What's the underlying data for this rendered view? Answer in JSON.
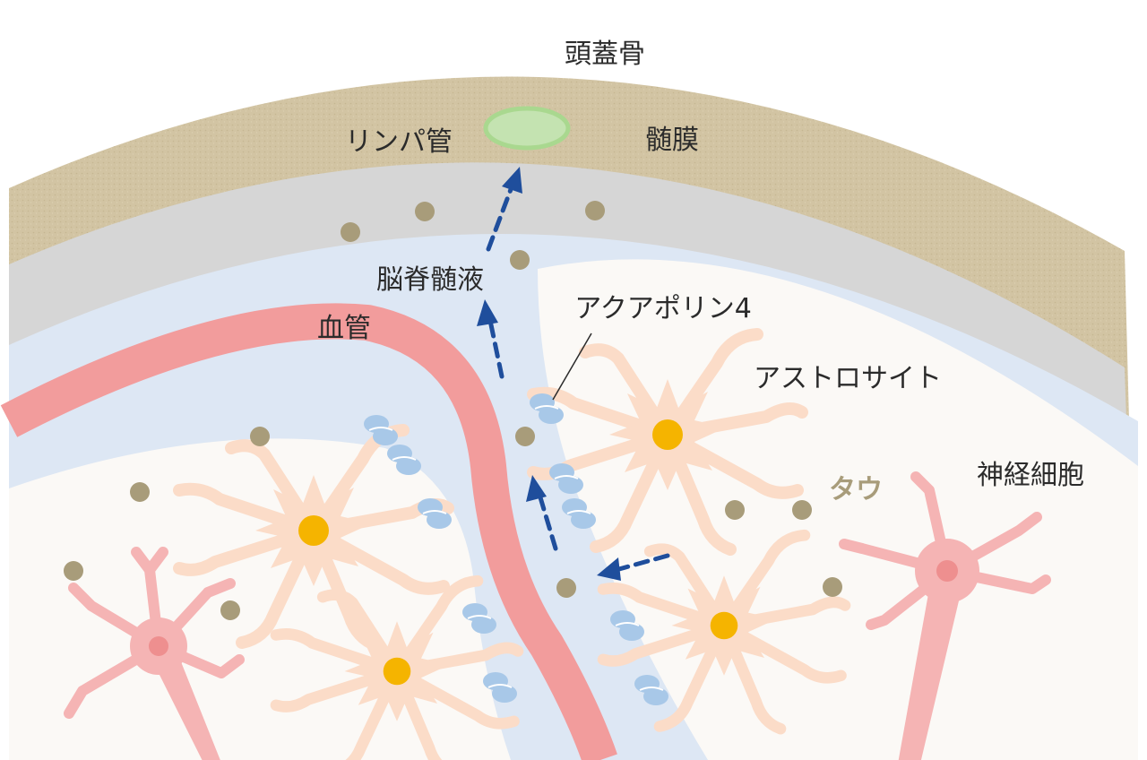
{
  "labels": {
    "skull": "頭蓋骨",
    "lymph_vessel": "リンパ管",
    "meninges": "髄膜",
    "csf": "脳脊髄液",
    "blood_vessel": "血管",
    "aquaporin": "アクアポリン4",
    "astrocyte": "アストロサイト",
    "neuron": "神経細胞",
    "tau": "タウ"
  },
  "colors": {
    "skull": "#d2c4a3",
    "meninges": "#d6d6d6",
    "csf": "#dde7f4",
    "tissue": "#fbf9f6",
    "blood_vessel": "#f29c9c",
    "lymph_vessel": "#a9d88f",
    "tau": "#a89c7a",
    "astrocyte": "#fbdcc8",
    "astrocyte_nucleus": "#f5b400",
    "neuron": "#f5b4b4",
    "neuron_nucleus": "#ee8f8f",
    "aquaporin": "#a8c8e8",
    "arrow": "#1f4e9c",
    "tau_text": "#a89c7a"
  }
}
